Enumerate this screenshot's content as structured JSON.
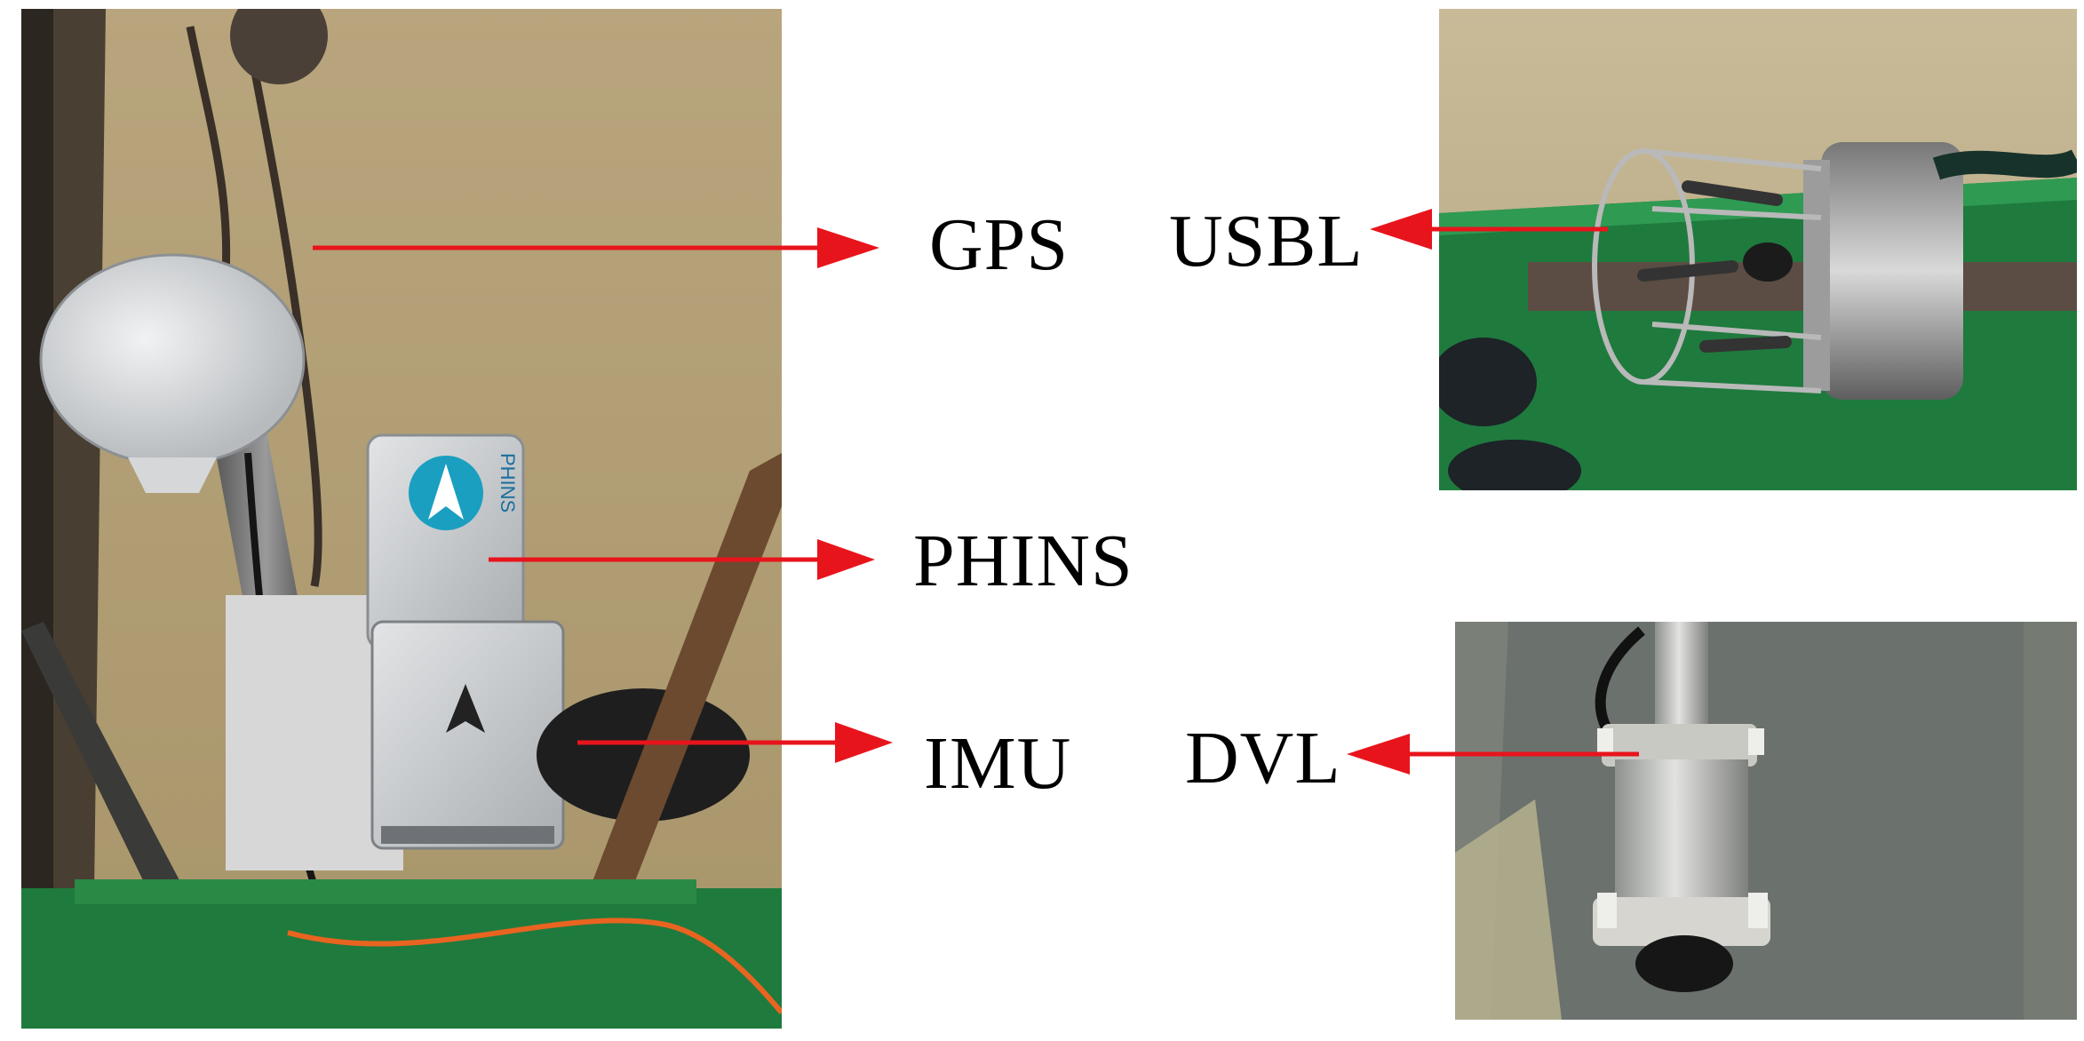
{
  "labels": {
    "gps": "GPS",
    "usbl": "USBL",
    "phins": "PHINS",
    "imu": "IMU",
    "dvl": "DVL"
  },
  "photos": {
    "main": {
      "devices": [
        "gps-antenna",
        "phins-unit",
        "imu-unit"
      ]
    },
    "usbl": {
      "devices": [
        "usbl-transducer"
      ]
    },
    "dvl": {
      "devices": [
        "dvl-transducer"
      ]
    }
  },
  "device_markings": {
    "phins_brand": "PHINS"
  },
  "colors": {
    "arrow": "#e8141c",
    "label": "#000000",
    "water": "#b6a47b",
    "hull_green": "#1f7a3e",
    "device_grey": "#c9ccce"
  }
}
